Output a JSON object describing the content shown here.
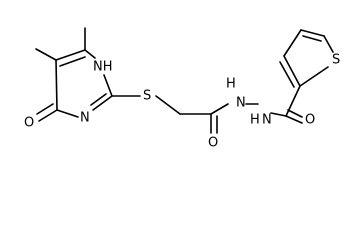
{
  "molecule": {
    "atoms": {
      "nh_ring": "NH",
      "n_ring": "N",
      "o_pyrimidinone": "O",
      "s_thioether": "S",
      "o_acetyl": "O",
      "nh_hydrazide_left": "H",
      "n_hydrazide_left": "N",
      "nh_hydrazide_right": "H",
      "n_hydrazide_right": "N",
      "o_carbonyl": "O",
      "s_thiophene": "S"
    }
  }
}
